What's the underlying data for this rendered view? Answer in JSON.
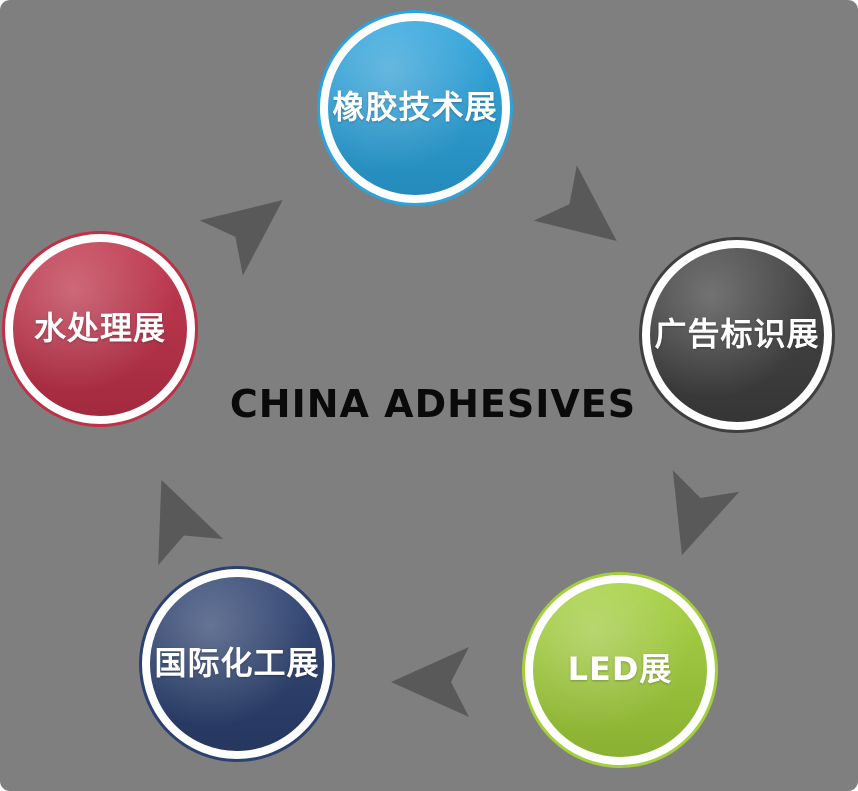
{
  "title": "CHINA ADHESIVES",
  "nodes": [
    {
      "id": "rubber",
      "label": "橡胶技术展",
      "color": "#2BA3DC"
    },
    {
      "id": "signage",
      "label": "广告标识展",
      "color": "#3F3F3F"
    },
    {
      "id": "led",
      "label": "LED展",
      "color": "#A3CF3B"
    },
    {
      "id": "chemical",
      "label": "国际化工展",
      "color": "#2C4170"
    },
    {
      "id": "water",
      "label": "水处理展",
      "color": "#BF3149"
    }
  ],
  "colors": {
    "background": "#7F7F7F",
    "arrow": "#595959",
    "ring": "#FFFFFF",
    "title_text": "#0A0A0A",
    "label_text": "#FFFFFF"
  }
}
